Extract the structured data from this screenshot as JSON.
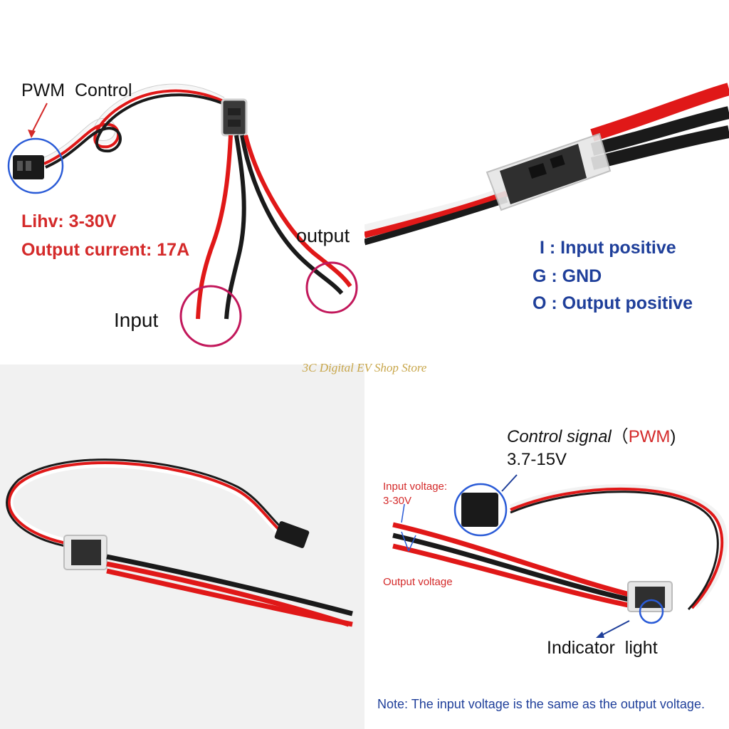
{
  "top_left": {
    "pwm_label": "PWM  Control",
    "voltage_label": "Lihv: 3-30V",
    "current_label": "Output current: 17A",
    "output_label": "output",
    "input_label": "Input"
  },
  "top_right": {
    "pin_i": "I : Input positive",
    "pin_g": "G : GND",
    "pin_o": "O : Output positive"
  },
  "watermark": "3C Digital EV Shop Store",
  "bottom_right": {
    "control_signal": "Control signal",
    "pwm_word": "PWM",
    "control_range": "3.7-15V",
    "input_voltage_line1": "Input voltage:",
    "input_voltage_line2": "3-30V",
    "output_voltage": "Output voltage",
    "indicator": "Indicator  light",
    "note": "Note: The input voltage is the same as the output voltage."
  },
  "colors": {
    "annotation_red": "#d42a2a",
    "annotation_blue": "#1f3f9a",
    "circle_pink": "#c2185b",
    "wire_red": "#e01818",
    "wire_black": "#1a1a1a",
    "watermark": "#c8a64a"
  }
}
